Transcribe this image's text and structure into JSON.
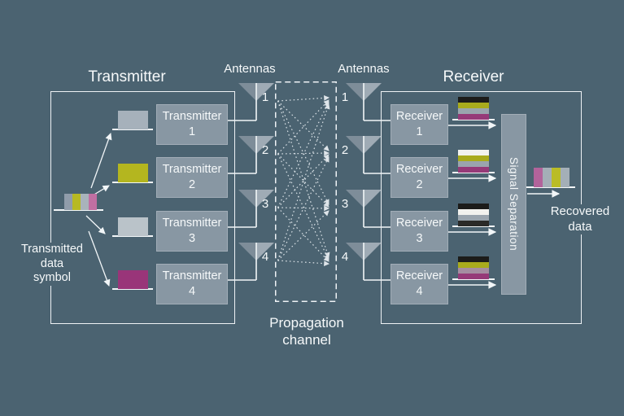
{
  "colors": {
    "background": "#4b6371",
    "panel_fill": "#8897a3",
    "line": "#f2f6f8",
    "text": "#ffffff"
  },
  "icons": {
    "antenna": "triangle-down-with-stem",
    "arrow": "right-arrow"
  },
  "transmitter": {
    "title": "Transmitter",
    "antennas_title": "Antennas",
    "symbol_label": [
      "Transmitted",
      "data",
      "symbol"
    ],
    "symbol_bar_colors": [
      "#909caa",
      "#b7b922",
      "#a9b3bb",
      "#c06fa2"
    ],
    "units": [
      {
        "name": "Transmitter",
        "number": "1",
        "pulse_color": "#a6b1bb"
      },
      {
        "name": "Transmitter",
        "number": "2",
        "pulse_color": "#b4b61f"
      },
      {
        "name": "Transmitter",
        "number": "3",
        "pulse_color": "#bac3c9"
      },
      {
        "name": "Transmitter",
        "number": "4",
        "pulse_color": "#993579"
      }
    ]
  },
  "channel": {
    "label": [
      "Propagation",
      "channel"
    ]
  },
  "receiver": {
    "title": "Receiver",
    "antennas_title": "Antennas",
    "signal_separation": "Signal Separation",
    "recovered_label": [
      "Recovered",
      "data"
    ],
    "recovered_bar_colors": [
      "#b2639b",
      "#a4afb7",
      "#babc26",
      "#a4afb7"
    ],
    "units": [
      {
        "name": "Receiver",
        "number": "1",
        "stack_colors": [
          "#1c1c1a",
          "#a9ab1c",
          "#9aa5ae",
          "#963a78"
        ]
      },
      {
        "name": "Receiver",
        "number": "2",
        "stack_colors": [
          "#f2f2ee",
          "#a9ab1c",
          "#9aa5ae",
          "#963a78"
        ]
      },
      {
        "name": "Receiver",
        "number": "3",
        "stack_colors": [
          "#1c1c1a",
          "#f2f2ee",
          "#9aa5ae",
          "#2a2a28"
        ]
      },
      {
        "name": "Receiver",
        "number": "4",
        "stack_colors": [
          "#1c1c1a",
          "#a9ab1c",
          "#a58da1",
          "#963a78"
        ]
      }
    ]
  },
  "antenna_numbers": [
    "1",
    "2",
    "3",
    "4"
  ]
}
